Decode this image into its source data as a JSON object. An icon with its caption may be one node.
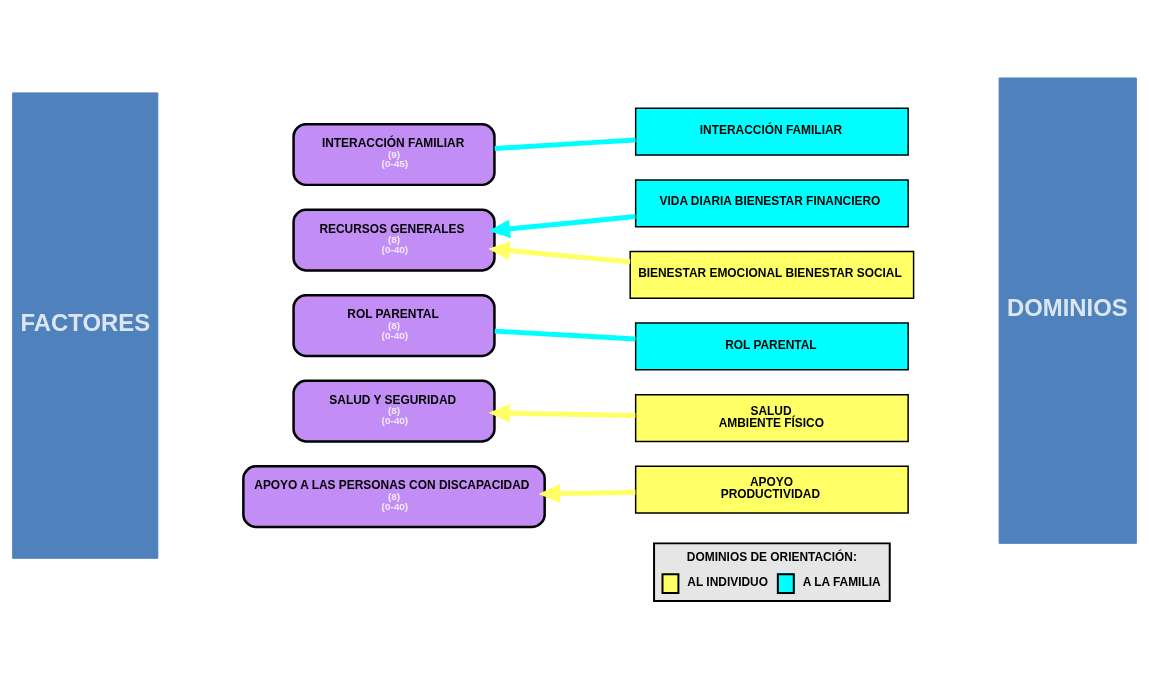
{
  "diagram": {
    "nodes": [
      {
        "text": [
          "FACTORES"
        ]
      },
      {
        "text": [
          "INTERACCIÓN FAMILIAR",
          "(9)",
          "(0-45)"
        ]
      },
      {
        "text": [
          "RECURSOS GENERALES",
          "(8)",
          "(0-40)"
        ]
      },
      {
        "text": [
          "ROL PARENTAL",
          "(8)",
          "(0-40)"
        ]
      },
      {
        "text": [
          "SALUD Y SEGURIDAD",
          "(8)",
          "(0-40)"
        ]
      },
      {
        "text": [
          "APOYO A LAS PERSONAS CON DISCAPACIDAD",
          "(8)",
          "(0-40)"
        ]
      },
      {
        "text": [
          "INTERACCIÓN FAMILIAR"
        ]
      },
      {
        "text": [
          "VIDA DIARIA BIENESTAR FINANCIERO"
        ]
      },
      {
        "text": [
          "BIENESTAR EMOCIONAL BIENESTAR SOCIAL"
        ]
      },
      {
        "text": [
          "ROL PARENTAL"
        ]
      },
      {
        "text": [
          "SALUD",
          "AMBIENTE FÍSICO"
        ]
      },
      {
        "text": [
          "APOYO",
          "PRODUCTIVIDAD"
        ]
      },
      {
        "text": [
          "DOMINIOS"
        ]
      }
    ],
    "edges": [
      {
        "from": 6,
        "to": 1,
        "arrow": "none",
        "color": "#00ffff"
      },
      {
        "from": 7,
        "to": 2,
        "arrow": "to",
        "color": "#00ffff"
      },
      {
        "from": 8,
        "to": 2,
        "arrow": "to",
        "color": "#ffff66"
      },
      {
        "from": 9,
        "to": 3,
        "arrow": "none",
        "color": "#00ffff"
      },
      {
        "from": 10,
        "to": 4,
        "arrow": "to",
        "color": "#ffff66"
      },
      {
        "from": 11,
        "to": 5,
        "arrow": "to",
        "color": "#ffff66"
      }
    ],
    "labels": [
      "DOMINIOS DE ORIENTACIÓN:"
    ],
    "legend": [
      {
        "text": "AL INDIVIDUO",
        "color": "#ffff66"
      },
      {
        "text": "A LA FAMILIA",
        "color": "#00ffff"
      }
    ]
  }
}
